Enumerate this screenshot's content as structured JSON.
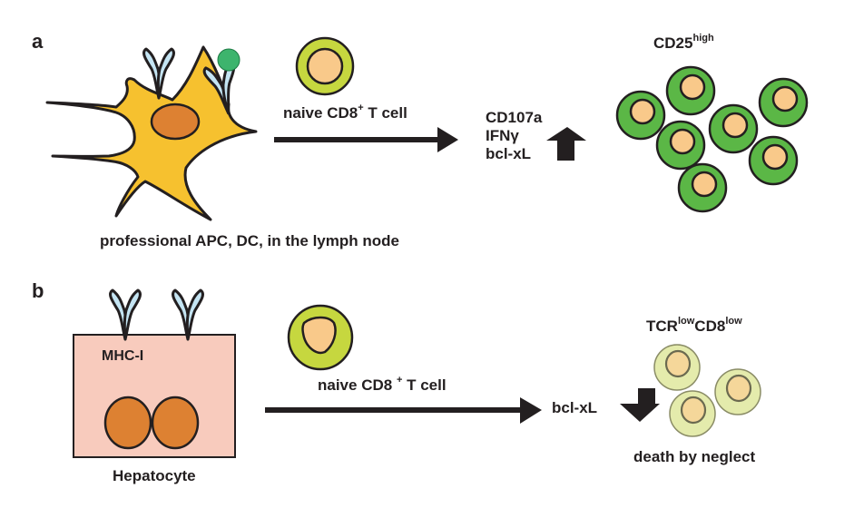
{
  "figure": {
    "colors": {
      "ink": "#231f20",
      "dc_body": "#f6c12f",
      "nucleus": "#dd8132",
      "mhc_fill": "#c5e5f3",
      "peptide": "#3db46d",
      "naive_cell_outer": "#c6d73f",
      "cell_core": "#f9c98a",
      "activated_cell_outer": "#5bb746",
      "hepatocyte_fill": "#f8cbbd",
      "neglected_cell_outer": "#e4ebac",
      "neglected_cell_core": "#f5d79a",
      "neglected_outline": "#8a8c66"
    },
    "panel_a": {
      "letter": "a",
      "apc_label": "professional APC, DC, in the lymph node",
      "arrow_label_main": "naive CD8",
      "arrow_label_sup": "+",
      "arrow_label_tail": " T cell",
      "markers": [
        "CD107a",
        "IFNγ",
        "bcl-xL"
      ],
      "marker_direction": "up",
      "result_label_main": "CD25",
      "result_label_sup": "high",
      "result_cell_count": 7
    },
    "panel_b": {
      "letter": "b",
      "receptor_label": "MHC-I",
      "cell_label": "Hepatocyte",
      "arrow_label_main": "naive CD8 ",
      "arrow_label_sup": "+",
      "arrow_label_tail": " T cell",
      "markers": [
        "bcl-xL"
      ],
      "marker_direction": "down",
      "result_label_parts": [
        {
          "text": "TCR",
          "sup": "low"
        },
        {
          "text": "CD8",
          "sup": "low"
        }
      ],
      "outcome_label": "death by neglect",
      "result_cell_count": 3
    }
  }
}
